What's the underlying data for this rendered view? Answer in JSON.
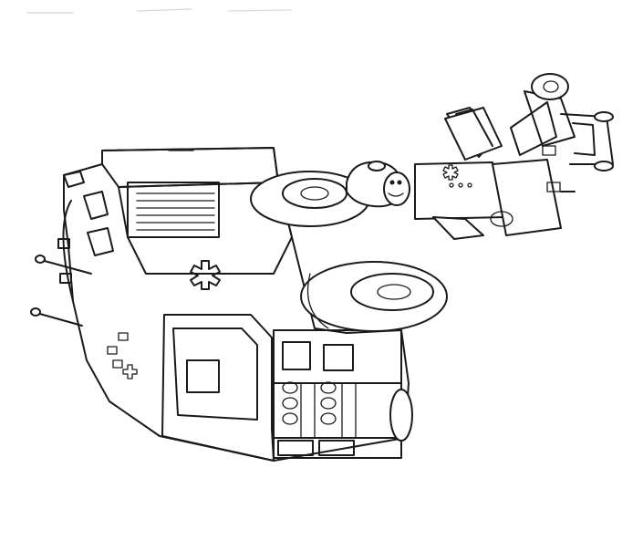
{
  "image": {
    "background_color": "#ffffff",
    "line_color": "#1a1a1a",
    "subjects": [
      {
        "kind": "vehicle",
        "icon": "rescue-truck-icon"
      },
      {
        "kind": "figure",
        "icon": "minifigure-paramedic-icon"
      },
      {
        "kind": "symbol",
        "icon": "star-of-life-icon"
      }
    ]
  }
}
